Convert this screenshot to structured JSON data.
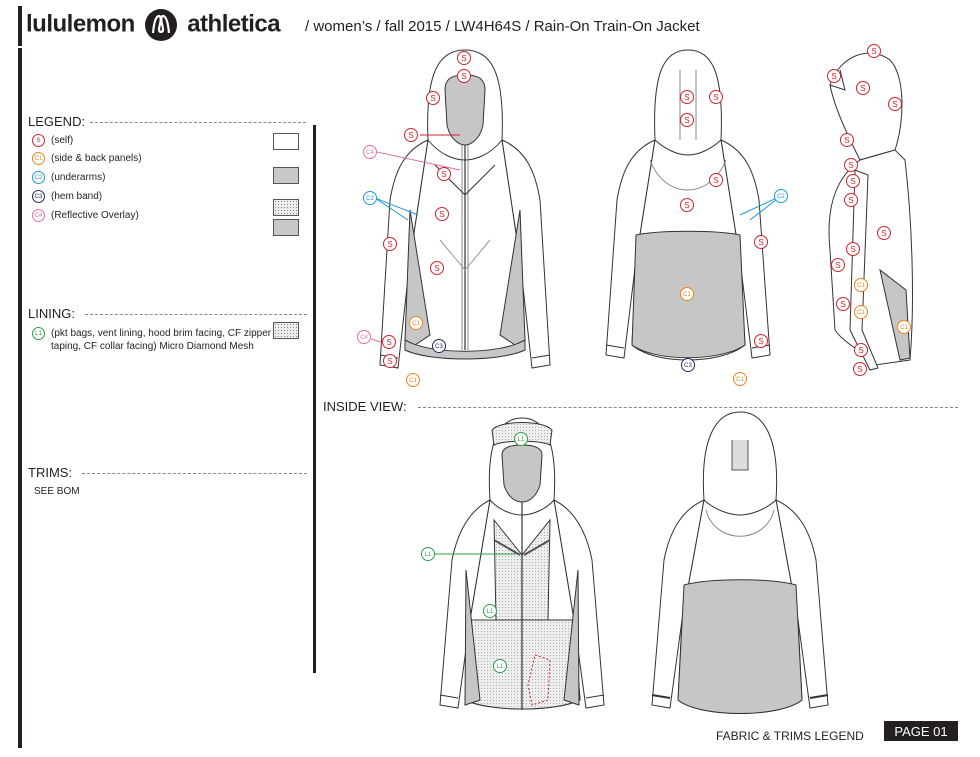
{
  "header": {
    "brand_left": "lululemon",
    "brand_right": "athletica",
    "breadcrumb": "/  women’s / fall 2015 / LW4H64S / Rain-On Train-On Jacket"
  },
  "legend": {
    "title": "LEGEND:",
    "items": [
      {
        "code": "S",
        "label": "(self)",
        "color": "#d2232a"
      },
      {
        "code": "C1",
        "label": "(side & back panels)",
        "color": "#f0821e"
      },
      {
        "code": "C2",
        "label": "(underarms)",
        "color": "#1e9ad6"
      },
      {
        "code": "C3",
        "label": "(hem band)",
        "color": "#1f2a6b"
      },
      {
        "code": "C4",
        "label": "(Reflective Overlay)",
        "color": "#e070a8"
      }
    ]
  },
  "lining": {
    "title": "LINING:",
    "code": "L1",
    "color": "#2e9b45",
    "text": "(pkt bags, vent lining, hood brim facing, CF zipper taping, CF collar facing) Micro Diamond Mesh"
  },
  "trims": {
    "title": "TRIMS:",
    "note": "SEE BOM"
  },
  "inside_view": {
    "title": "INSIDE VIEW:"
  },
  "footer": {
    "label": "FABRIC & TRIMS LEGEND",
    "page": "PAGE 01"
  },
  "callouts": {
    "self": "S",
    "c1": "C1",
    "c2": "C2",
    "c3": "C3",
    "c4": "C4",
    "l1": "L1"
  }
}
